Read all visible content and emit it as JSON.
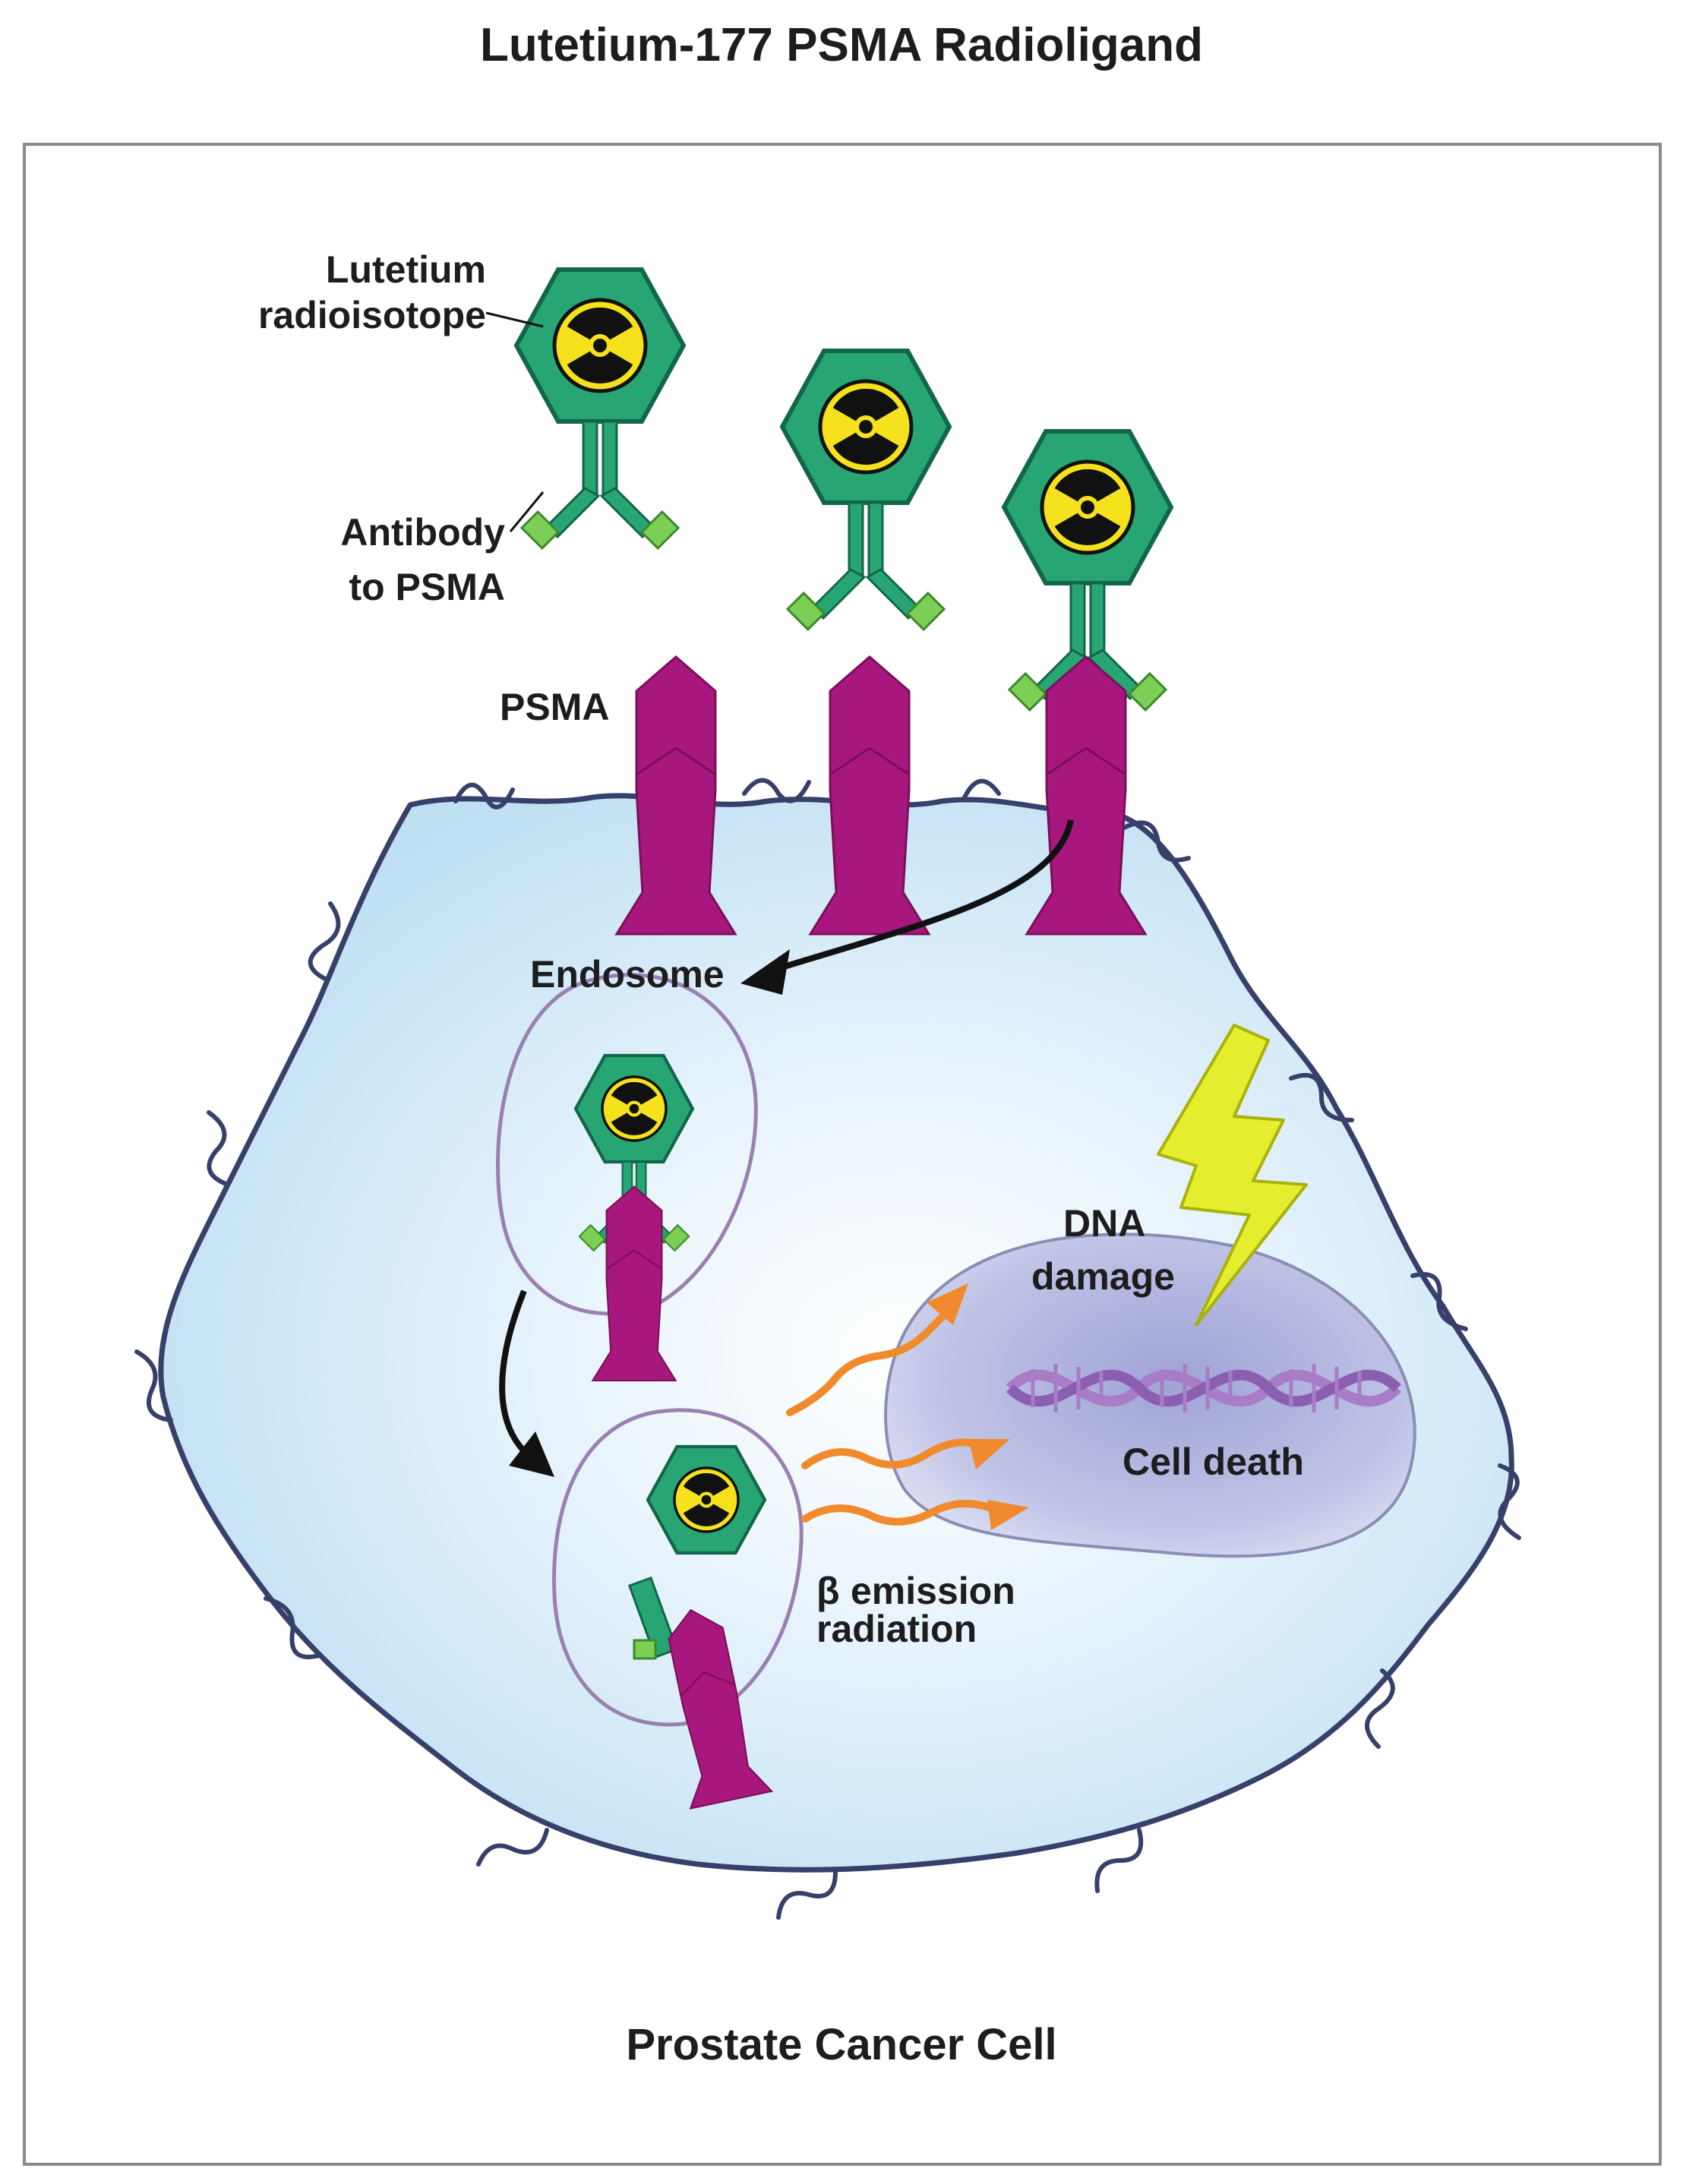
{
  "title": "Lutetium-177 PSMA Radioligand",
  "labels": {
    "lutetium_line1": "Lutetium",
    "lutetium_line2": "radioisotope",
    "antibody_line1": "Antibody",
    "antibody_line2": "to PSMA",
    "psma": "PSMA",
    "endosome": "Endosome",
    "dna_line1": "DNA",
    "dna_line2": "damage",
    "cell_death": "Cell death",
    "beta_symbol": "β",
    "beta_line1": "emission",
    "beta_line2": "radiation",
    "cell_caption": "Prostate Cancer Cell"
  },
  "icons": {
    "isotope": "radiation-trefoil-icon",
    "lightning": "lightning-bolt-icon",
    "dna": "dna-helix-icon"
  },
  "colors": {
    "frame": "#8a8a8a",
    "cell_fill": "#cfe8f7",
    "membrane": "#36406a",
    "hexagon": "#27a673",
    "hexagon_edge": "#12664a",
    "trefoil_bg": "#f6e21c",
    "antibody_tips": "#7ccf55",
    "psma": "#a8177e",
    "endosome_edge": "#9a80b0",
    "nucleus": "#b4b8df",
    "dna": "#a87cc6",
    "radiation": "#f08a2c",
    "lightning": "#e4ee2e",
    "text": "#1d1d1d"
  }
}
